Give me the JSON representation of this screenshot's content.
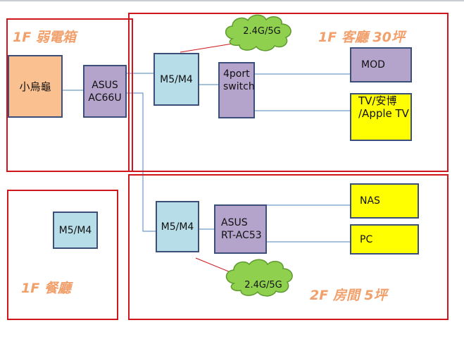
{
  "rooms": {
    "weak_box": {
      "label": "1F 弱電箱"
    },
    "living": {
      "label": "1F 客廳 30坪"
    },
    "dining": {
      "label": "1F 餐廳"
    },
    "bedroom": {
      "label": "2F 房間 5坪"
    }
  },
  "devices": {
    "modem": "小烏龜",
    "asus_ac66u_line1": "ASUS",
    "asus_ac66u_line2": "AC66U",
    "m5_living": "M5/M4",
    "switch_line1": "4port",
    "switch_line2": "switch",
    "mod": "MOD",
    "tv_line1": "TV/安博",
    "tv_line2": "/Apple TV",
    "m5_dining": "M5/M4",
    "m5_bedroom": "M5/M4",
    "asus_ac53_line1": "ASUS",
    "asus_ac53_line2": "RT-AC53",
    "nas": "NAS",
    "pc": "PC"
  },
  "wifi": {
    "living": "2.4G/5G",
    "bedroom": "2.4G/5G"
  },
  "colors": {
    "room_border": "#d0161d",
    "room_label": "#f2a06b",
    "purple": "#b4a3ca",
    "blue": "#b6dde8",
    "orange": "#fac090",
    "yellow": "#ffff00",
    "cloud": "#8fd14f",
    "connection": "#4f81bd",
    "wireless_link": "#d0161d"
  }
}
